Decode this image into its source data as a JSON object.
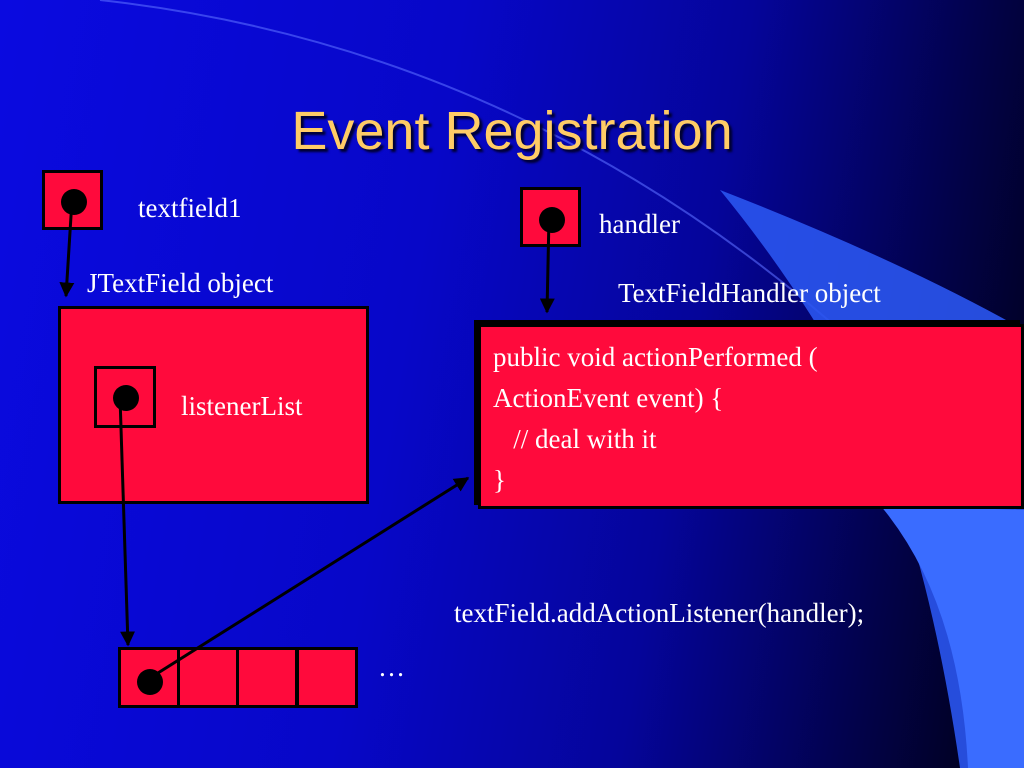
{
  "slide": {
    "title": "Event Registration",
    "colors": {
      "background": "#0a0ae0",
      "box_fill": "#ff0a3c",
      "title": "#ffcc66",
      "text": "#ffffff"
    },
    "labels": {
      "textfield_ref": "textfield1",
      "handler_ref": "handler",
      "jtextfield_object": "JTextField object",
      "listener_list": "listenerList",
      "handler_object": "TextFieldHandler object",
      "ellipsis": "…"
    },
    "code_lines": [
      "public void actionPerformed (",
      "ActionEvent event) {",
      "   // deal with it",
      "}"
    ],
    "statement": "textField.addActionListener(handler);"
  }
}
